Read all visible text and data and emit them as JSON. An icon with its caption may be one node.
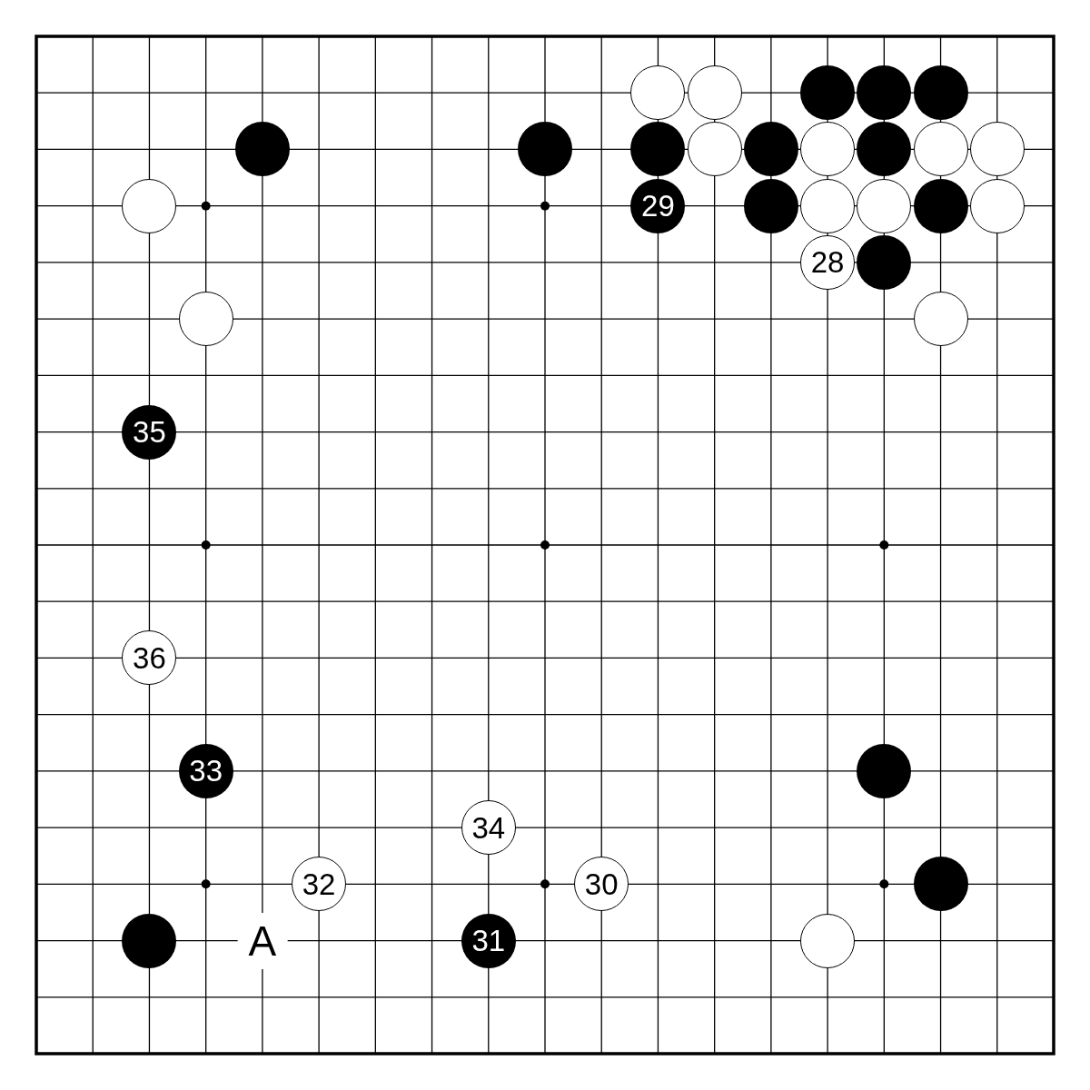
{
  "diagram": {
    "nodes": [
      {
        "text": [],
        "shape": "circle"
      },
      {
        "text": [],
        "shape": "circle"
      },
      {
        "text": [],
        "shape": "circle"
      },
      {
        "text": [],
        "shape": "circle"
      },
      {
        "text": [],
        "shape": "circle"
      },
      {
        "text": [],
        "shape": "circle"
      },
      {
        "text": [],
        "shape": "circle"
      },
      {
        "text": [],
        "shape": "circle"
      },
      {
        "text": [],
        "shape": "circle"
      },
      {
        "text": [],
        "shape": "circle"
      },
      {
        "text": [],
        "shape": "circle"
      },
      {
        "text": [],
        "shape": "circle"
      },
      {
        "text": [],
        "shape": "circle"
      },
      {
        "text": [],
        "shape": "circle"
      },
      {
        "text": [],
        "shape": "circle"
      },
      {
        "text": [
          "29"
        ]
      },
      {
        "text": [],
        "shape": "circle"
      },
      {
        "text": [],
        "shape": "circle"
      },
      {
        "text": [],
        "shape": "circle"
      },
      {
        "text": [],
        "shape": "circle"
      },
      {
        "text": [],
        "shape": "circle"
      },
      {
        "text": [
          "28"
        ]
      },
      {
        "text": [],
        "shape": "circle"
      },
      {
        "text": [],
        "shape": "circle"
      },
      {
        "text": [],
        "shape": "circle"
      },
      {
        "text": [
          "35"
        ]
      },
      {
        "text": [
          "36"
        ]
      },
      {
        "text": [
          "33"
        ]
      },
      {
        "text": [],
        "shape": "circle"
      },
      {
        "text": [
          "34"
        ]
      },
      {
        "text": [
          "32"
        ]
      },
      {
        "text": [
          "30"
        ]
      },
      {
        "text": [],
        "shape": "circle"
      },
      {
        "text": [],
        "shape": "circle"
      },
      {
        "text": [
          "31"
        ]
      },
      {
        "text": [],
        "shape": "circle"
      }
    ],
    "labels": [
      "A"
    ]
  }
}
